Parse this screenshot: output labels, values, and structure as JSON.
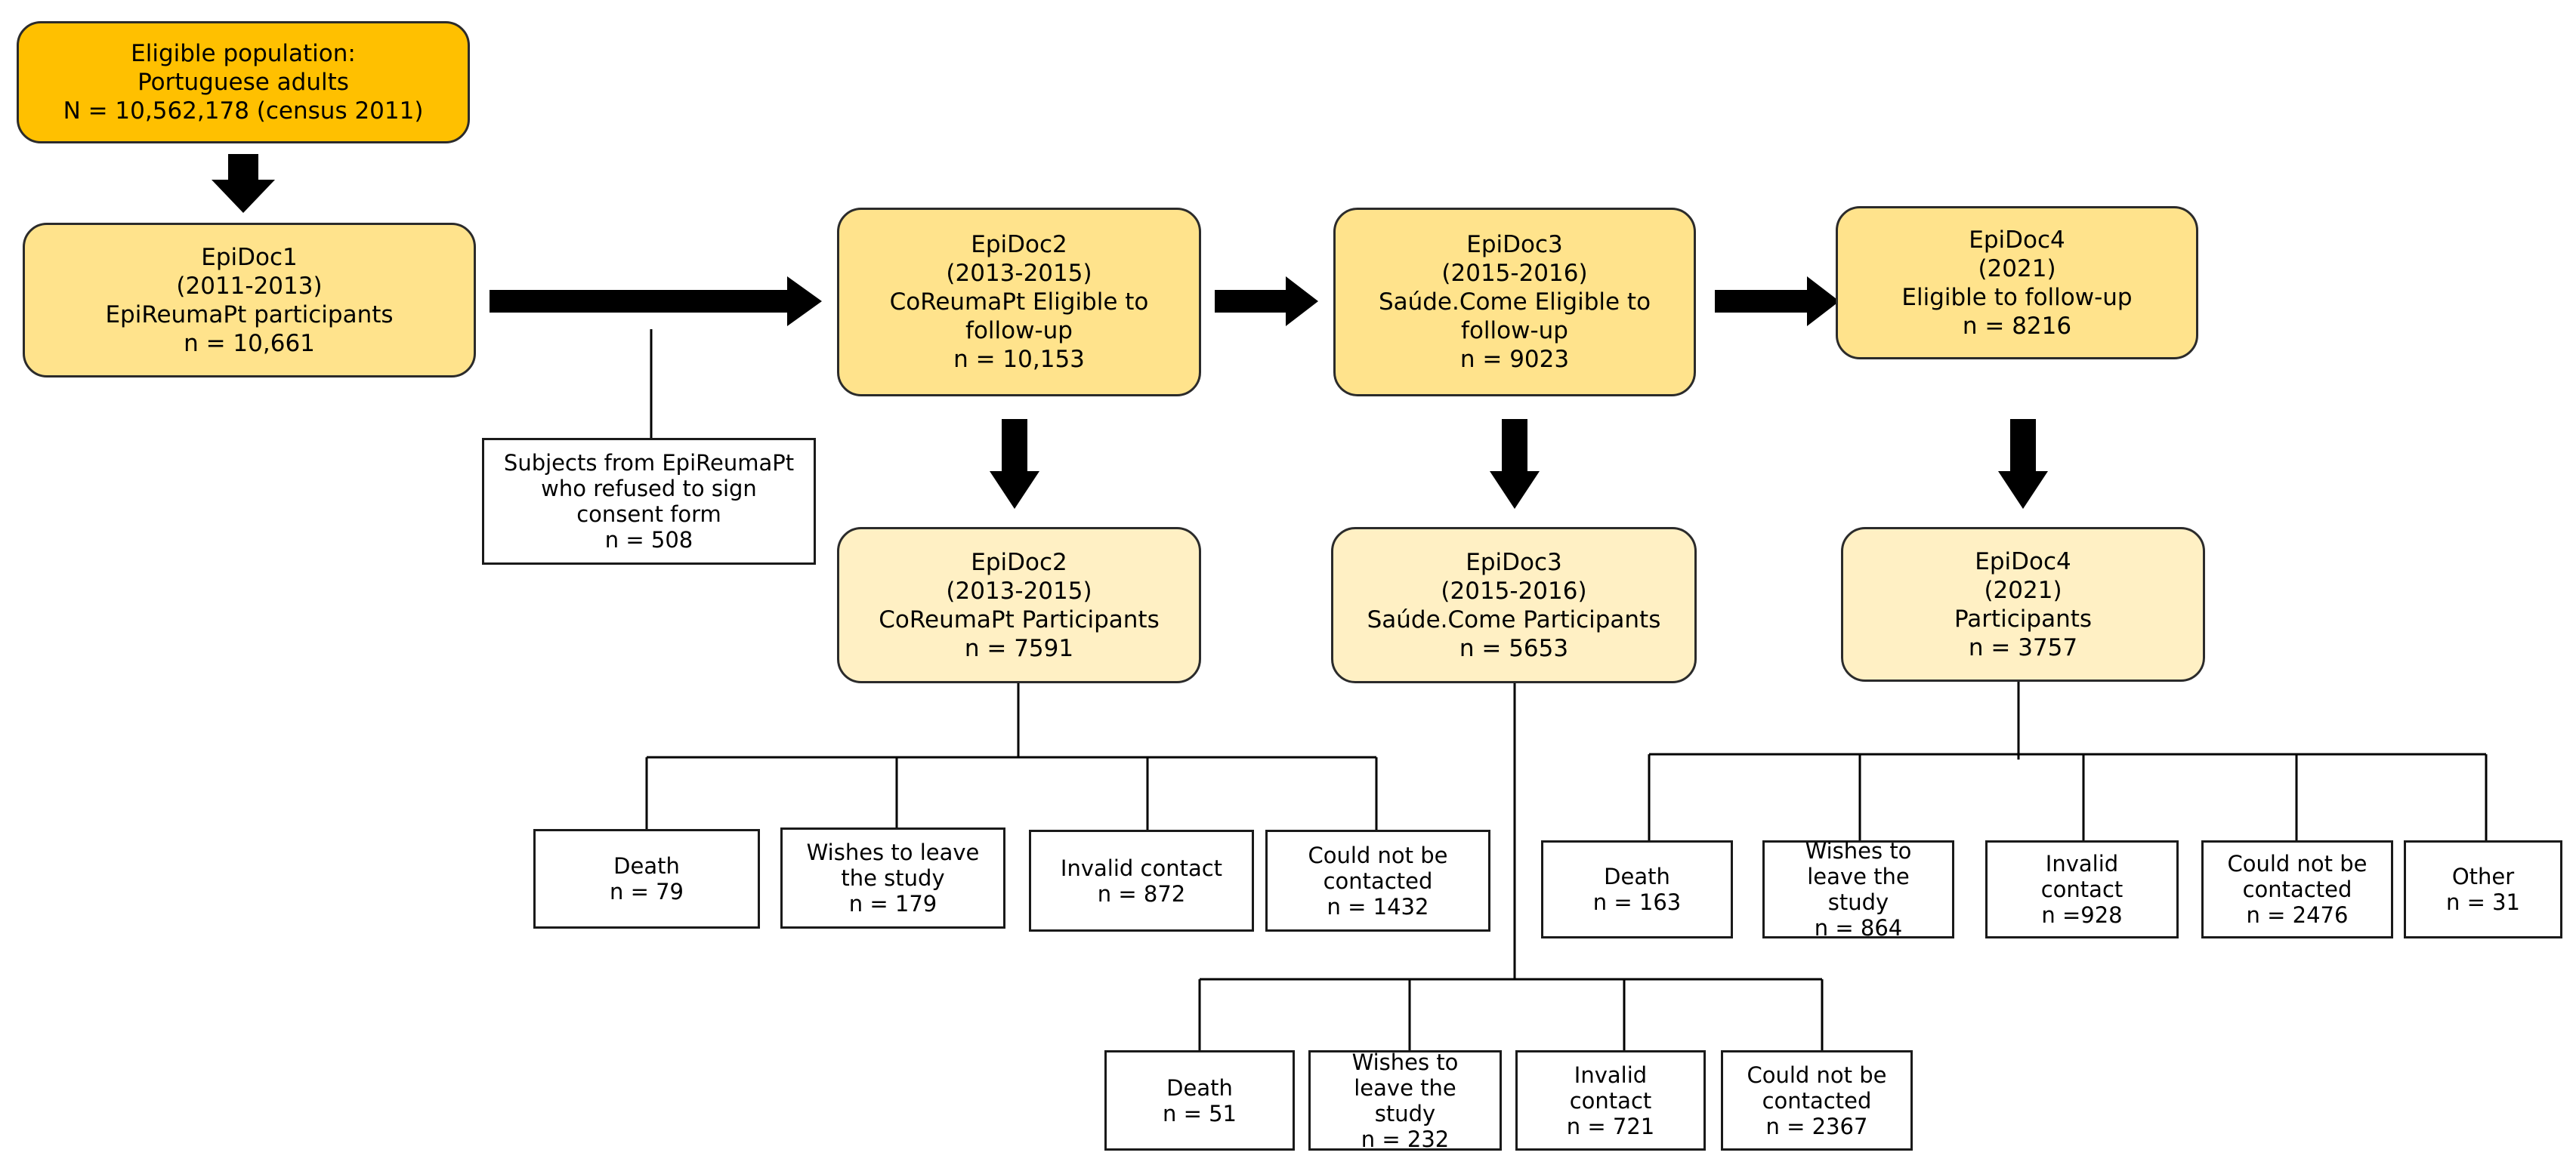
{
  "nodes": {
    "eligible_population": {
      "lines": [
        "Eligible population:",
        "Portuguese adults",
        "N = 10,562,178 (census 2011)"
      ]
    },
    "epidoc1": {
      "lines": [
        "EpiDoc1",
        "(2011-2013)",
        "EpiReumaPt participants",
        "n = 10,661"
      ]
    },
    "refused_consent": {
      "lines": [
        "Subjects from EpiReumaPt",
        "who refused to sign",
        "consent form",
        "n = 508"
      ]
    },
    "epidoc2_eligible": {
      "lines": [
        "EpiDoc2",
        "(2013-2015)",
        "CoReumaPt Eligible to",
        "follow-up",
        "n = 10,153"
      ]
    },
    "epidoc3_eligible": {
      "lines": [
        "EpiDoc3",
        "(2015-2016)",
        "Saúde.Come Eligible to",
        "follow-up",
        "n = 9023"
      ]
    },
    "epidoc4_eligible": {
      "lines": [
        "EpiDoc4",
        "(2021)",
        "Eligible to follow-up",
        "n = 8216"
      ]
    },
    "epidoc2_participants": {
      "lines": [
        "EpiDoc2",
        "(2013-2015)",
        "CoReumaPt Participants",
        "n =  7591"
      ]
    },
    "epidoc3_participants": {
      "lines": [
        "EpiDoc3",
        "(2015-2016)",
        "Saúde.Come Participants",
        "n =  5653"
      ]
    },
    "epidoc4_participants": {
      "lines": [
        "EpiDoc4",
        "(2021)",
        "Participants",
        "n = 3757"
      ]
    },
    "e2_death": {
      "lines": [
        "Death",
        "n = 79"
      ]
    },
    "e2_wishes": {
      "lines": [
        "Wishes to leave",
        "the study",
        "n = 179"
      ]
    },
    "e2_invalid": {
      "lines": [
        "Invalid contact",
        "n = 872"
      ]
    },
    "e2_notcontacted": {
      "lines": [
        "Could not be",
        "contacted",
        "n = 1432"
      ]
    },
    "e3_death": {
      "lines": [
        "Death",
        "n = 51"
      ]
    },
    "e3_wishes": {
      "lines": [
        "Wishes to",
        "leave the",
        "study",
        "n = 232"
      ]
    },
    "e3_invalid": {
      "lines": [
        "Invalid",
        "contact",
        "n = 721"
      ]
    },
    "e3_notcontacted": {
      "lines": [
        "Could not be",
        "contacted",
        "n = 2367"
      ]
    },
    "e4_death": {
      "lines": [
        "Death",
        "n = 163"
      ]
    },
    "e4_wishes": {
      "lines": [
        "Wishes to",
        "leave the",
        "study",
        "n = 864"
      ]
    },
    "e4_invalid": {
      "lines": [
        "Invalid",
        "contact",
        "n =928"
      ]
    },
    "e4_notcontacted": {
      "lines": [
        "Could not be",
        "contacted",
        "n = 2476"
      ]
    },
    "e4_other": {
      "lines": [
        "Other",
        "n = 31"
      ]
    }
  },
  "colors": {
    "dark_fill": "#ffc000",
    "mid_fill": "#ffe38c",
    "light_fill": "#fff0c4",
    "line": "#000000"
  }
}
